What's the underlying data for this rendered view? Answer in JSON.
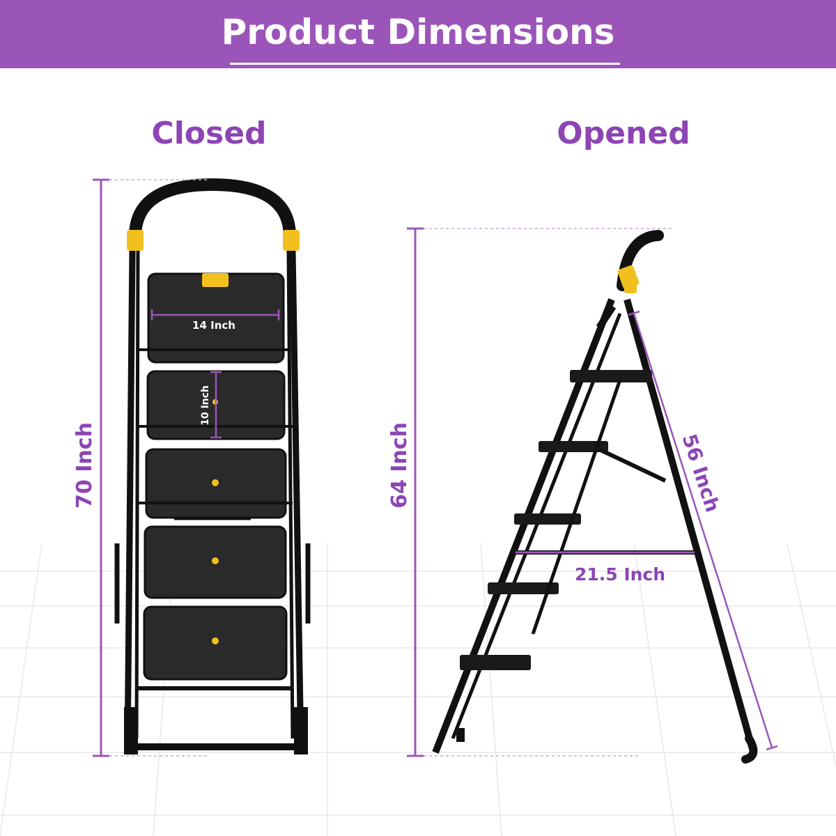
{
  "header": {
    "title": "Product Dimensions"
  },
  "sections": {
    "closed": {
      "label": "Closed"
    },
    "opened": {
      "label": "Opened"
    }
  },
  "dimensions": {
    "closed_height": "70 Inch",
    "step_width": "14 Inch",
    "step_depth": "10 Inch",
    "opened_height": "64 Inch",
    "leg_length": "56 Inch",
    "base_width": "21.5 Inch"
  },
  "colors": {
    "banner": "#9b55b9",
    "accent_text": "#8d44b4",
    "dimension_line": "#9b55b9",
    "ladder_frame": "#111111",
    "step": "#2a2a2a",
    "yellow_accent": "#f2c01e"
  }
}
